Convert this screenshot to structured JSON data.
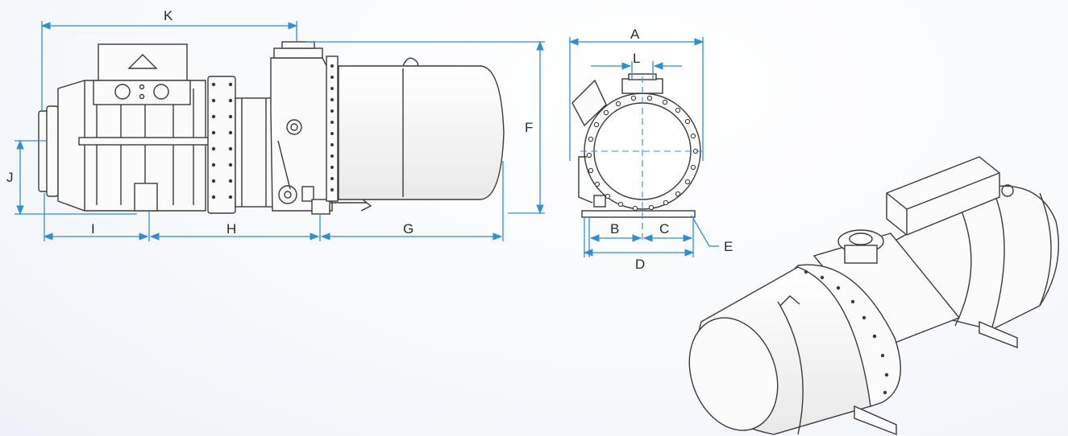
{
  "dimension_labels": {
    "K": "K",
    "F": "F",
    "J": "J",
    "I": "I",
    "H": "H",
    "G": "G",
    "A": "A",
    "L": "L",
    "B": "B",
    "C": "C",
    "D": "D",
    "E": "E"
  },
  "colors": {
    "dimension_line": "#2f8fd6",
    "drawing_line": "#3a3a3a",
    "label_text": "#2a2a2a",
    "metal_fill": "#f4f4f4"
  }
}
